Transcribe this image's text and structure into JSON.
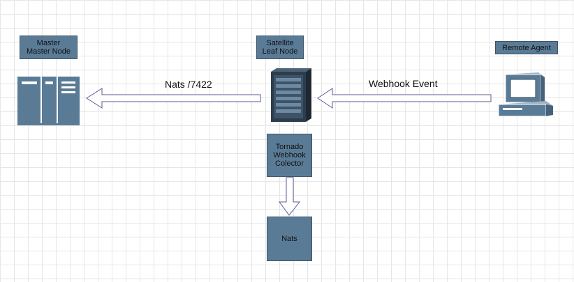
{
  "nodes": {
    "master": {
      "label": "Master\nMaster Node",
      "icon": "master-server-icon"
    },
    "satellite": {
      "label": "Satellite\nLeaf Node",
      "icon": "server-rack-icon"
    },
    "remote": {
      "label": "Remote Agent",
      "icon": "desktop-computer-icon"
    },
    "collector": {
      "label": "Tornado\nWebhook\nColector"
    },
    "nats": {
      "label": "Nats"
    }
  },
  "edges": {
    "satellite_to_master": {
      "label": "Nats /7422"
    },
    "remote_to_satellite": {
      "label": "Webhook Event"
    },
    "collector_to_nats": {
      "label": ""
    }
  },
  "colors": {
    "node_fill": "#5a7b96",
    "node_stroke": "#3e5468",
    "arrow_stroke": "#5b5b9a",
    "computer_fill": "#5a7b96",
    "rack_dark": "#2e3d4d"
  }
}
